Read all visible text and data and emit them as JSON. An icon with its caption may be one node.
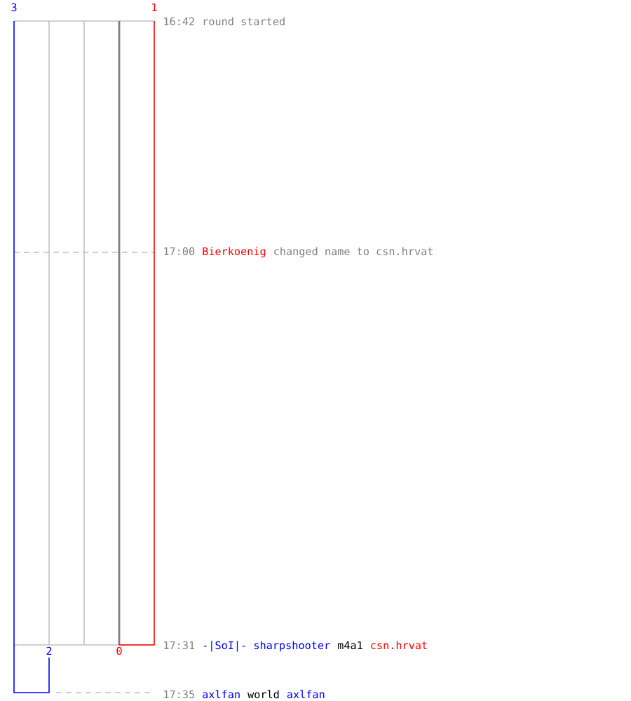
{
  "diagram": {
    "labels": [
      "3",
      "1",
      "16:42",
      "round started",
      "17:00",
      "Bierkoenig",
      "changed name to csn.hrvat",
      "17:31",
      "-|SoI|- sharpshooter",
      "m4a1",
      "csn.hrvat",
      "2",
      "0",
      "17:35",
      "axlfan",
      "world",
      "axlfan"
    ]
  }
}
